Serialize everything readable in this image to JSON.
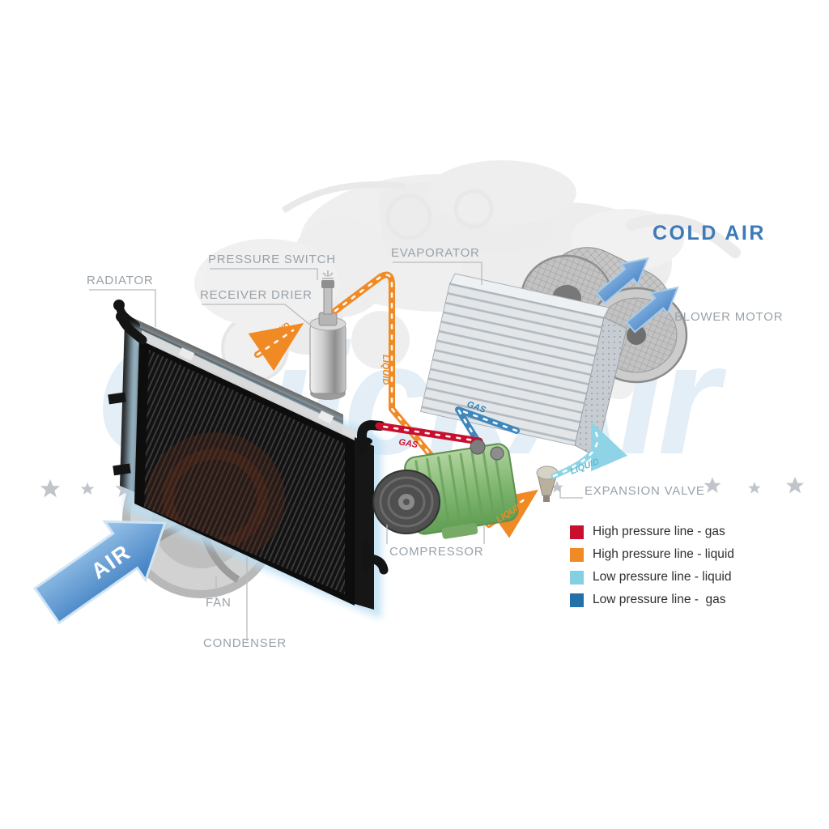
{
  "diagram": {
    "watermark": {
      "text": "QuickAir"
    },
    "component_labels": {
      "radiator": "RADIATOR",
      "pressure_switch": "PRESSURE SWITCH",
      "receiver_drier": "RECEIVER DRIER",
      "evaporator": "EVAPORATOR",
      "blower_motor": "BLOWER MOTOR",
      "expansion_valve": "EXPANSION VALVE",
      "compressor": "COMPRESSOR",
      "fan": "FAN",
      "condenser": "CONDENSER"
    },
    "flow_labels": {
      "air_in": "AIR",
      "cold_air": "COLD AIR",
      "hp_gas": "GAS",
      "lp_gas": "GAS",
      "hp_liquid_1": "LIQUID",
      "hp_liquid_2": "LIQUID",
      "hp_liquid_3": "LIQUID",
      "lp_liquid": "LIQUID"
    },
    "legend": {
      "items": [
        {
          "color": "#c8102e",
          "label": "High pressure line - gas"
        },
        {
          "color": "#f08a24",
          "label": "High pressure line - liquid"
        },
        {
          "color": "#85cfe2",
          "label": "Low pressure line - liquid"
        },
        {
          "color": "#2271a8",
          "label": "Low pressure line -  gas"
        }
      ]
    },
    "colors": {
      "hp_gas": "#c8102e",
      "hp_liquid": "#f08a24",
      "lp_liquid": "#85cfe2",
      "lp_gas": "#2271a8",
      "air_arrow": "#4f93d2",
      "cold_air_text": "#3d7ab8",
      "label_text": "#9aa2a8"
    }
  }
}
